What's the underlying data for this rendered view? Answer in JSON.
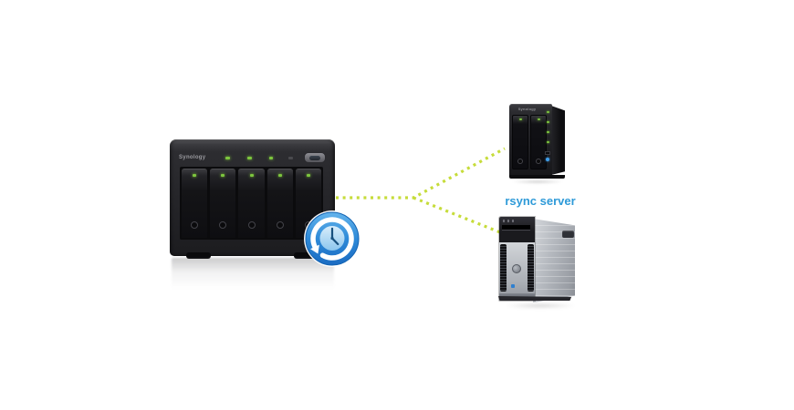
{
  "colors": {
    "background": "#ffffff",
    "connector": "#c6dc3a",
    "led-green": "#7dc63e",
    "clock-blue": "#2e8ad8",
    "label-blue": "#2e9ad8"
  },
  "source_nas": {
    "brand": "Synology",
    "bay_count": 5,
    "status_leds_on": 3,
    "status_leds_off": 1
  },
  "backup_icon": {
    "name": "time-backup-clock-icon",
    "ring_color": "#2e8ad8",
    "face_color": "#a9d7f4",
    "arrow_color": "#ffffff",
    "hands_color": "#17507f"
  },
  "connections": {
    "style": "dotted",
    "color": "#c6dc3a",
    "from": "source-nas",
    "targets": [
      "target-nas-2bay",
      "rsync-server-tower"
    ]
  },
  "target_nas": {
    "brand": "Synology",
    "bay_count": 2,
    "status_led_count": 4
  },
  "rsync_server": {
    "label": "rsync server"
  }
}
